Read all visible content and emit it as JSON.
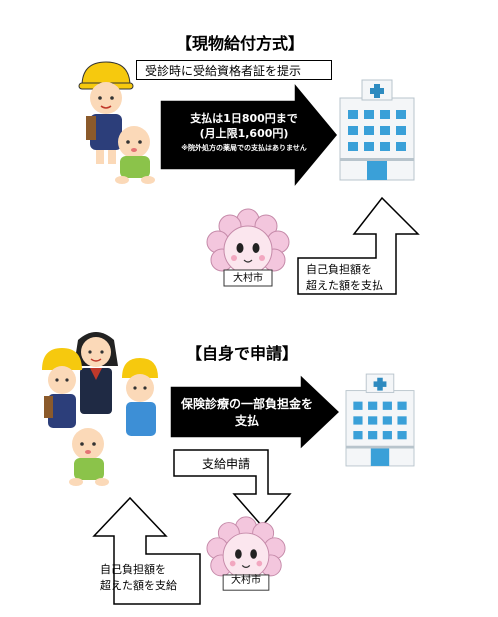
{
  "section1": {
    "title": "【現物給付方式】",
    "callout": "受診時に受給資格者証を提示",
    "arrow_line1": "支払は1日800円まで",
    "arrow_line2": "(月上限1,600円)",
    "arrow_note": "※院外処方の薬局での支払はありません",
    "return_line1": "自己負担額を",
    "return_line2": "超えた額を支払",
    "mascot_sign": "大村市"
  },
  "section2": {
    "title": "【自身で申請】",
    "arrow_line1": "保険診療の一部負担金を",
    "arrow_line2": "支払",
    "apply_label": "支給申請",
    "return_line1": "自己負担額を",
    "return_line2": "超えた額を支給",
    "mascot_sign": "大村市"
  }
}
